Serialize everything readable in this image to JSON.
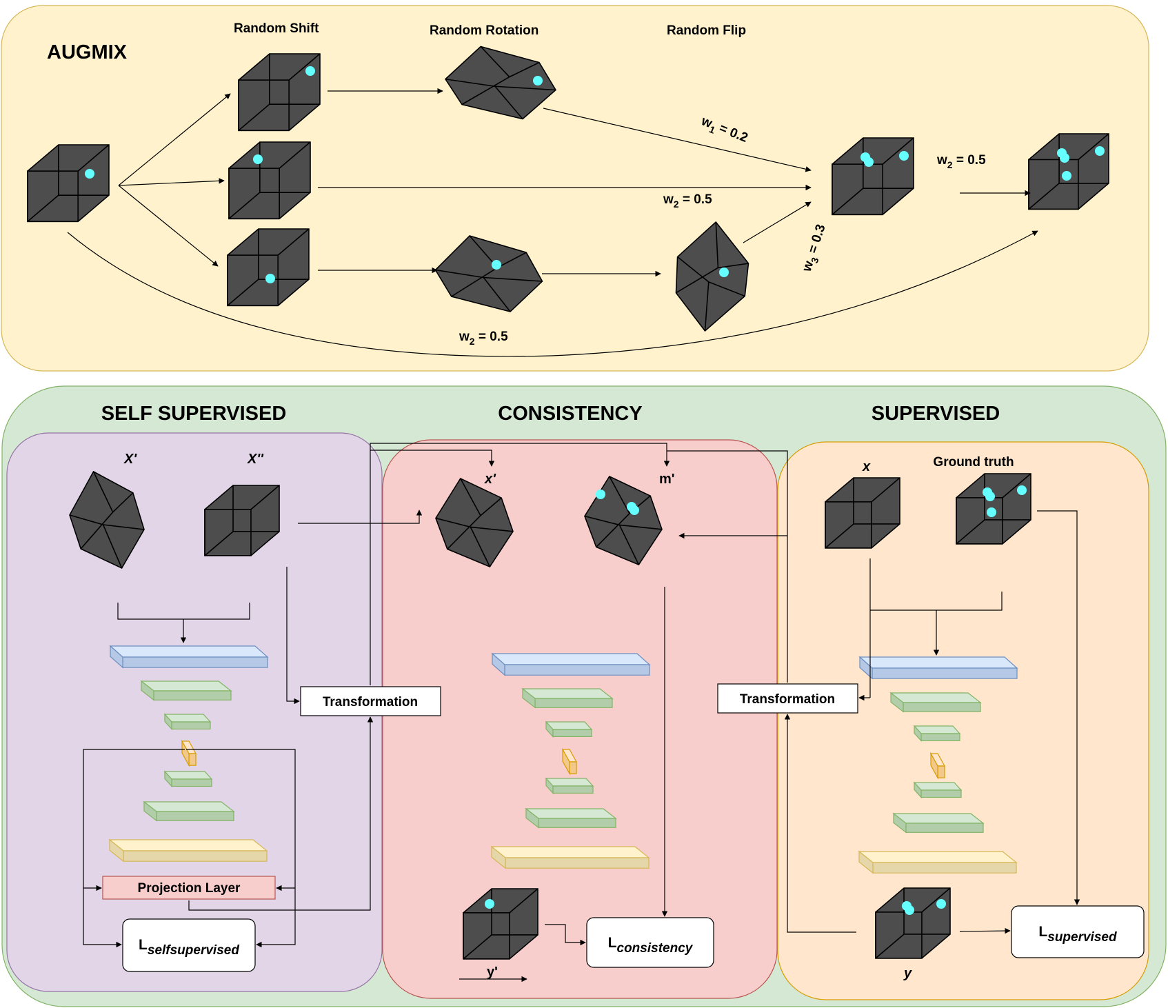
{
  "augmix": {
    "title": "AUGMIX",
    "ops": {
      "shift": "Random Shift",
      "rotation": "Random Rotation",
      "flip": "Random Flip"
    },
    "weights": {
      "w1": {
        "sym": "w",
        "sub": "1",
        "eq": " = 0.2"
      },
      "w2_mid": {
        "sym": "w",
        "sub": "2",
        "eq": " = 0.5"
      },
      "w3": {
        "sym": "w",
        "sub": "3",
        "eq": " = 0.3"
      },
      "w2_bottom": {
        "sym": "w",
        "sub": "2",
        "eq": " = 0.5"
      },
      "w2_right": {
        "sym": "w",
        "sub": "2",
        "eq": " = 0.5"
      }
    }
  },
  "sections": {
    "self": "SELF SUPERVISED",
    "consistency": "CONSISTENCY",
    "supervised": "SUPERVISED"
  },
  "self_supervised": {
    "x1": "X'",
    "x2": "X''",
    "transformation": "Transformation",
    "projection": "Projection Layer",
    "loss": {
      "sym": "L",
      "sub": "selfsupervised"
    }
  },
  "consistency": {
    "x": "x'",
    "m": "m'",
    "y": "y'",
    "loss": {
      "sym": "L",
      "sub": "consistency"
    }
  },
  "supervised": {
    "x": "x",
    "gt": "Ground truth",
    "y": "y",
    "transformation": "Transformation",
    "loss": {
      "sym": "L",
      "sub": "supervised"
    }
  },
  "colors": {
    "augmix_bg": "#fff2cc",
    "outer_bg": "#d5e8d4",
    "self_bg": "#e1d5e7",
    "consistency_bg": "#f8cecc",
    "supervised_bg": "#ffe6cc",
    "cube": "#4d4d4d",
    "marker": "#66ffff",
    "blue_layer": "#dae8fc",
    "green_layer": "#d5e8d4",
    "yellow_layer": "#fff2cc",
    "bottleneck": "#ffe6cc",
    "projection": "#f8cecc"
  }
}
